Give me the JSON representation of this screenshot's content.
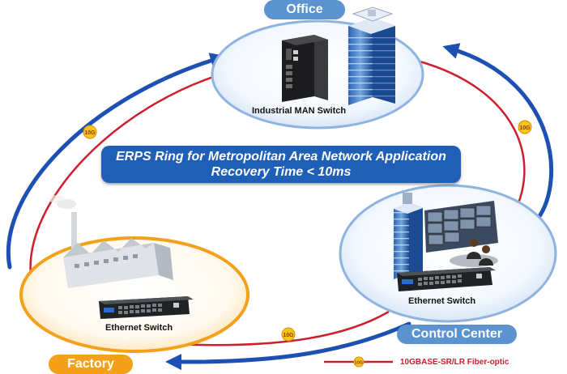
{
  "sites": {
    "office": "Office",
    "control_center": "Control Center",
    "factory": "Factory"
  },
  "banner": {
    "line1": "ERPS Ring for Metropolitan Area Network Application",
    "line2": "Recovery Time < 10ms"
  },
  "devices": {
    "office_switch": "Industrial MAN Switch",
    "control_switch": "Ethernet Switch",
    "factory_switch": "Ethernet Switch"
  },
  "links": {
    "speed_label": "10G",
    "legend_label": "10GBASE-SR/LR Fiber-optic"
  },
  "colors": {
    "ring_blue": "#1e50b4",
    "ring_red": "#cc1e2d",
    "office_accent": "#5b93d0",
    "factory_accent": "#f5a01a",
    "badge_yellow": "#f7c51e"
  }
}
